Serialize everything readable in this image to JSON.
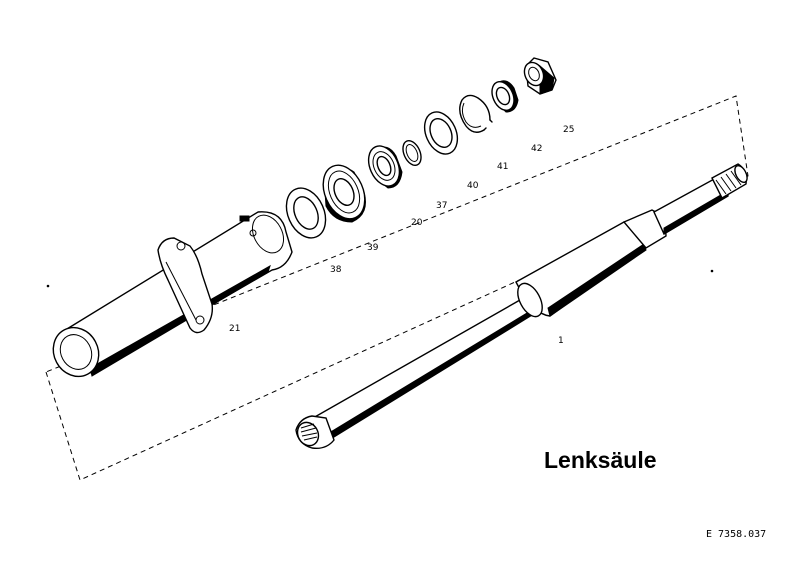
{
  "title": "Lenksäule",
  "drawing_code": "E 7358.037",
  "parts": [
    {
      "no": "1"
    },
    {
      "no": "21"
    },
    {
      "no": "38"
    },
    {
      "no": "39"
    },
    {
      "no": "20"
    },
    {
      "no": "37"
    },
    {
      "no": "40"
    },
    {
      "no": "41"
    },
    {
      "no": "42"
    },
    {
      "no": "25"
    }
  ]
}
